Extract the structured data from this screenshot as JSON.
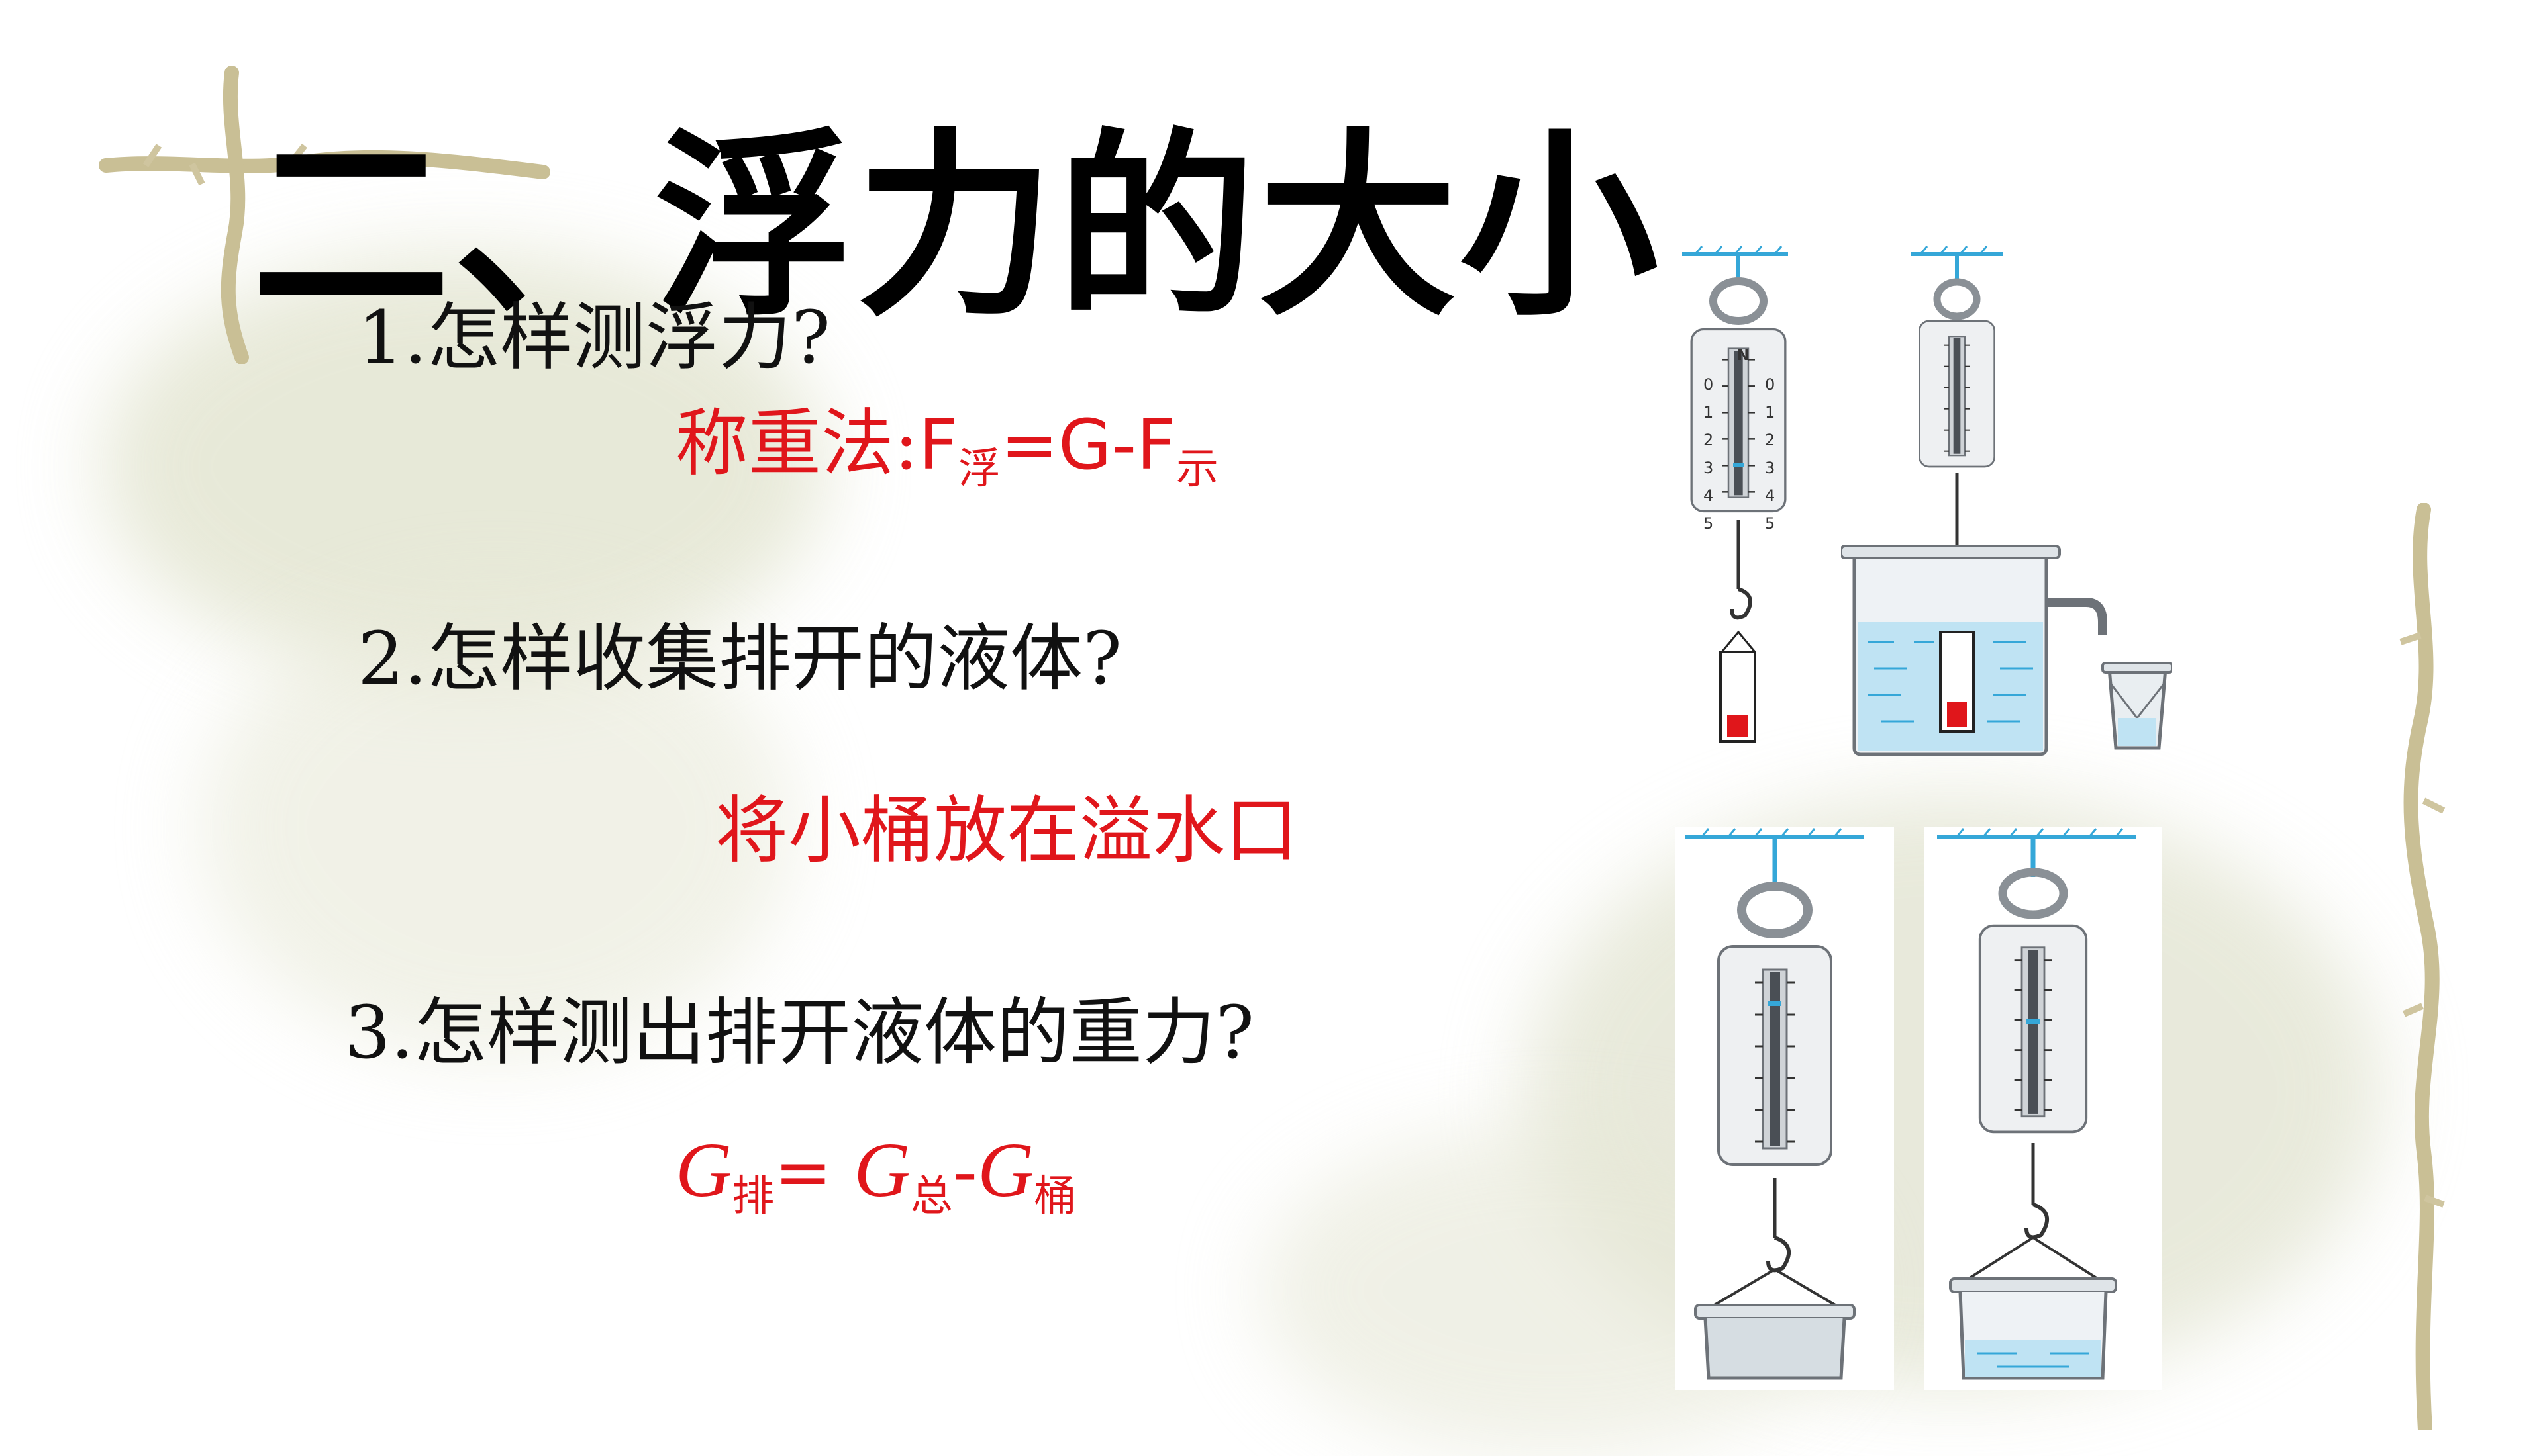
{
  "title": "二、浮力的大小",
  "questions": [
    {
      "text": "1.怎样测浮力?"
    },
    {
      "text": "2.怎样收集排开的液体?"
    },
    {
      "text": "3.怎样测出排开液体的重力?"
    }
  ],
  "answers": {
    "a1_prefix": "称重法:",
    "a1_F": "F",
    "a1_sub_fu": "浮",
    "a1_eq": "=G-F",
    "a1_sub_shi": "示",
    "a2": "将小桶放在溢水口",
    "a3_G1": "G",
    "a3_sub_pai": "排",
    "a3_eq": "= ",
    "a3_G2": "G",
    "a3_sub_zong": "总",
    "a3_minus": "-",
    "a3_G3": "G",
    "a3_sub_tong": "桶"
  },
  "scale": {
    "unit": "N",
    "ticks": [
      "0",
      "1",
      "2",
      "3",
      "4",
      "5"
    ]
  },
  "colors": {
    "answer_red": "#e0161b",
    "scale_blue": "#35a7d8",
    "bg_sage": "#d8dcc4"
  }
}
